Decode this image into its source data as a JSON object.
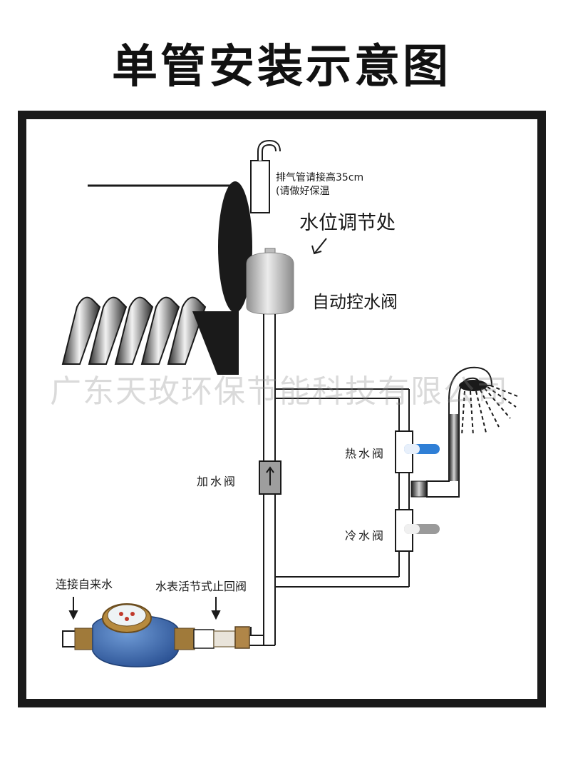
{
  "title": "单管安装示意图",
  "labels": {
    "vent_line1": "排气管请接高35cm",
    "vent_line2": "(请做好保温",
    "water_level": "水位调节处",
    "auto_valve": "自动控水阀",
    "hot_valve": "热水阀",
    "cold_valve": "冷水阀",
    "fill_valve": "加水阀",
    "tap_water": "连接自来水",
    "meter_check_valve": "水表活节式止回阀"
  },
  "watermark": "广东天玫环保节能科技有限公司",
  "colors": {
    "frame": "#1a1a1a",
    "hot_handle": "#2f7fd6",
    "cold_handle": "#9a9a9a",
    "meter_body": "#3f6fb5",
    "tank": "#c9c9c9"
  },
  "icons": [
    "down-arrow-icon",
    "up-arrow-icon",
    "shower-head-icon",
    "water-meter-icon"
  ]
}
